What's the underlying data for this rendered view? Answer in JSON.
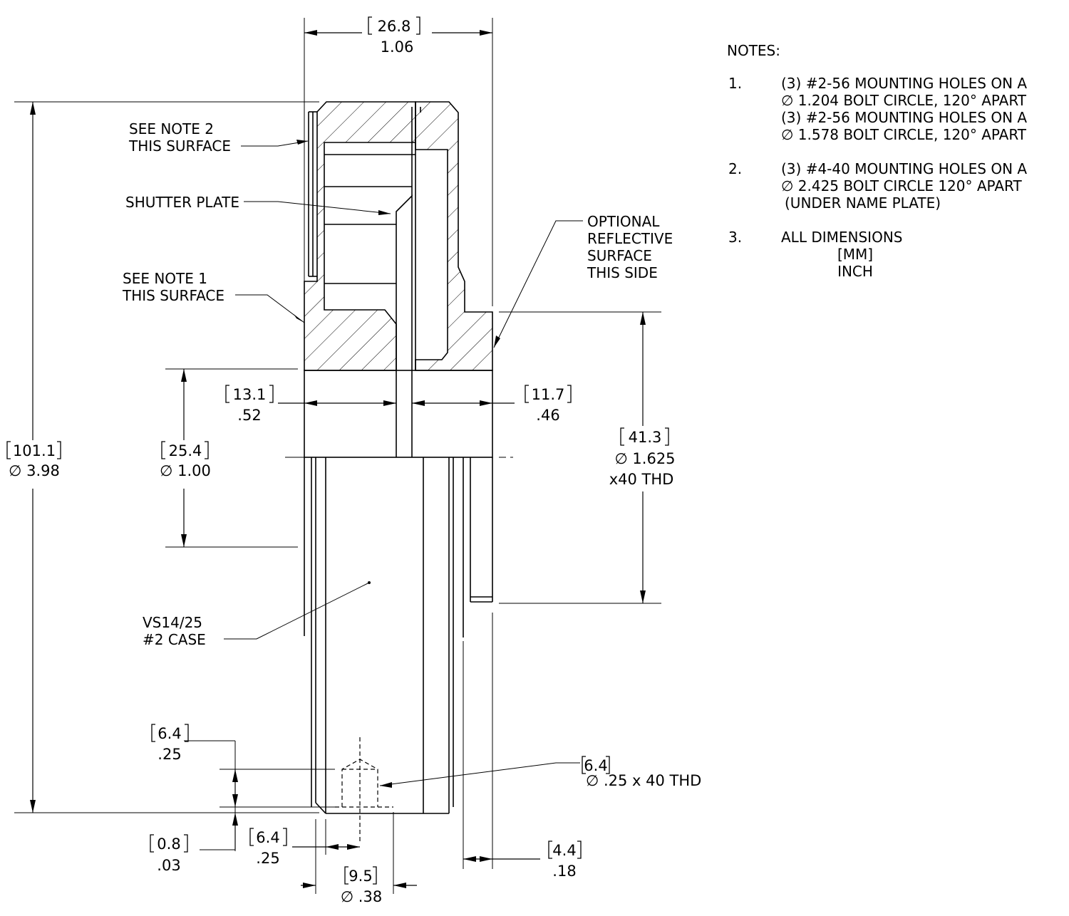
{
  "notes": {
    "heading": "NOTES:",
    "items": [
      {
        "num": "1.",
        "lines": [
          "(3) #2-56 MOUNTING HOLES ON A",
          "∅ 1.204 BOLT CIRCLE, 120° APART",
          "(3) #2-56 MOUNTING HOLES ON A",
          "∅ 1.578 BOLT CIRCLE, 120° APART"
        ]
      },
      {
        "num": "2.",
        "lines": [
          "(3) #4-40 MOUNTING HOLES ON A",
          "∅ 2.425 BOLT CIRCLE 120° APART",
          "(UNDER NAME PLATE)"
        ]
      },
      {
        "num": "3.",
        "lines": [
          "ALL DIMENSIONS",
          "[MM]",
          "INCH"
        ]
      }
    ]
  },
  "callouts": {
    "note2": [
      "SEE NOTE 2",
      "THIS SURFACE"
    ],
    "shutter": "SHUTTER PLATE",
    "note1": [
      "SEE NOTE 1",
      "THIS SURFACE"
    ],
    "optional": [
      "OPTIONAL",
      "REFLECTIVE",
      "SURFACE",
      "THIS SIDE"
    ],
    "case": [
      "VS14/25",
      "#2 CASE"
    ]
  },
  "dimensions": {
    "overall_width": {
      "mm": "26.8",
      "inch": "1.06"
    },
    "overall_height": {
      "mm": "101.1",
      "inch": "∅ 3.98"
    },
    "bore": {
      "mm": "25.4",
      "inch": "∅ 1.00"
    },
    "left_half": {
      "mm": "13.1",
      "inch": ".52"
    },
    "right_half": {
      "mm": "11.7",
      "inch": ".46"
    },
    "thread": {
      "mm": "41.3",
      "inch": "∅ 1.625",
      "extra": "x40 THD"
    },
    "hole_depth": {
      "mm": "6.4",
      "inch": ".25"
    },
    "hole_thread": {
      "mm": "6.4",
      "inch": "∅ .25 x 40 THD"
    },
    "step": {
      "mm": "0.8",
      "inch": ".03"
    },
    "hole_offset": {
      "mm": "6.4",
      "inch": ".25"
    },
    "hole_dia": {
      "mm": "9.5",
      "inch": "∅ .38"
    },
    "flange": {
      "mm": "4.4",
      "inch": ".18"
    }
  }
}
